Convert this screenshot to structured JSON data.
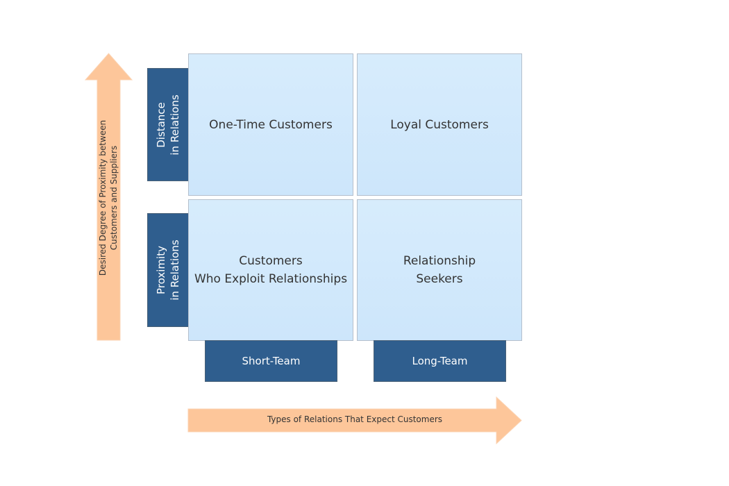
{
  "colors": {
    "quadrant_fill": "#d7ecfc",
    "label_fill": "#2f5e8e",
    "arrow_fill": "#fdc69a",
    "text_dark": "#333333",
    "text_light": "#ffffff"
  },
  "vertical_axis": {
    "label": "Desired Degree of Proximity between\nCustomers and Suppliers",
    "icon": "arrow-up-icon"
  },
  "horizontal_axis": {
    "label": "Types of Relations That Expect Customers",
    "icon": "arrow-right-icon"
  },
  "row_labels": [
    {
      "label": "Distance\nin Relations"
    },
    {
      "label": "Proximity\nin Relations"
    }
  ],
  "column_labels": [
    {
      "label": "Short-Team"
    },
    {
      "label": "Long-Team"
    }
  ],
  "quadrants": [
    {
      "label": "One-Time Customers"
    },
    {
      "label": "Loyal Customers"
    },
    {
      "label": "Customers\nWho Exploit Relationships"
    },
    {
      "label": "Relationship\nSeekers"
    }
  ]
}
